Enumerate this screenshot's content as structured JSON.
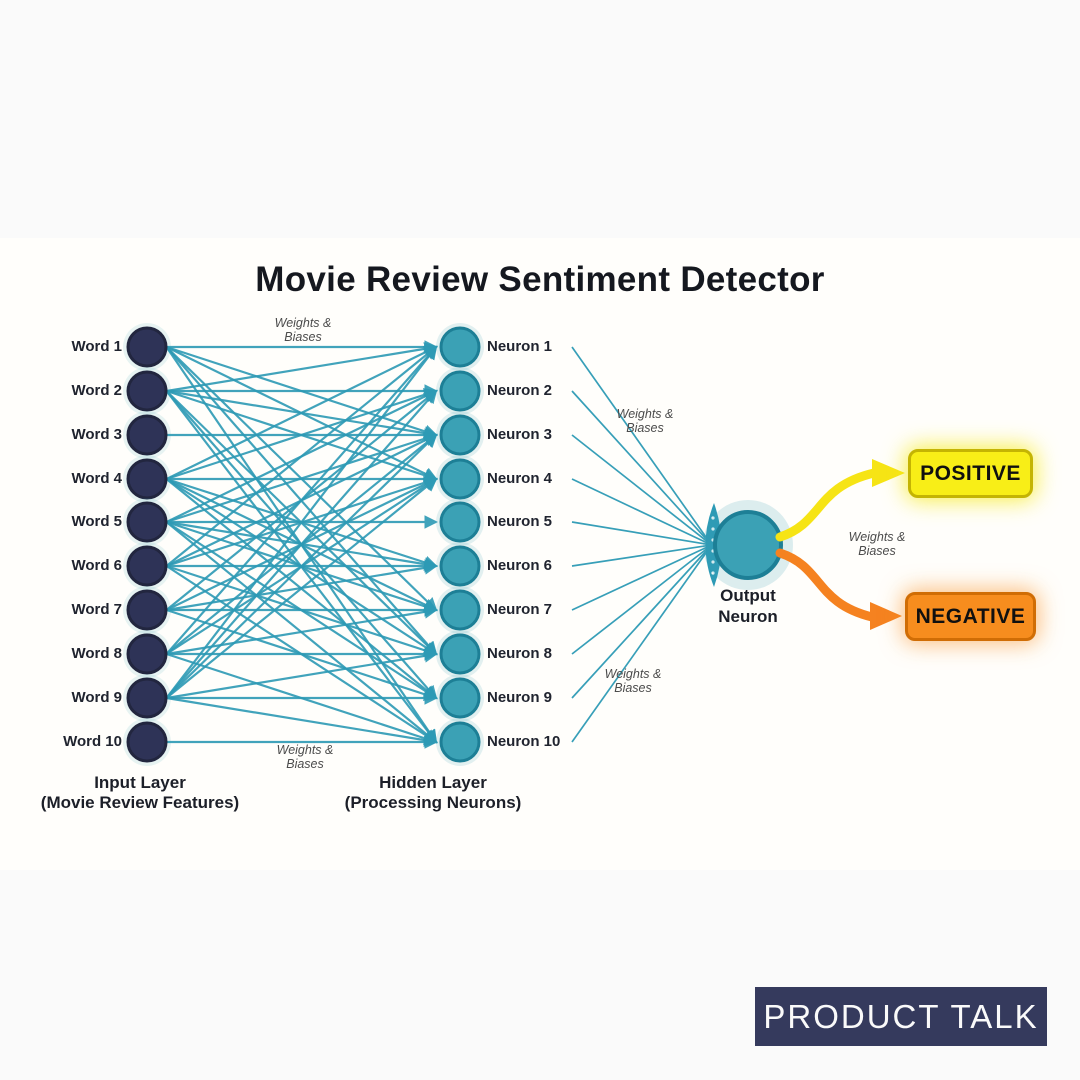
{
  "title": "Movie Review Sentiment Detector",
  "input_layer": {
    "heading": "Input Layer",
    "subheading": "(Movie Review Features)",
    "nodes": [
      {
        "label": "Word 1"
      },
      {
        "label": "Word 2"
      },
      {
        "label": "Word 3"
      },
      {
        "label": "Word 4"
      },
      {
        "label": "Word 5"
      },
      {
        "label": "Word 6"
      },
      {
        "label": "Word 7"
      },
      {
        "label": "Word 8"
      },
      {
        "label": "Word 9"
      },
      {
        "label": "Word 10"
      }
    ]
  },
  "hidden_layer": {
    "heading": "Hidden Layer",
    "subheading": "(Processing Neurons)",
    "nodes": [
      {
        "label": "Neuron 1"
      },
      {
        "label": "Neuron 2"
      },
      {
        "label": "Neuron 3"
      },
      {
        "label": "Neuron 4"
      },
      {
        "label": "Neuron 5"
      },
      {
        "label": "Neuron 6"
      },
      {
        "label": "Neuron 7"
      },
      {
        "label": "Neuron 8"
      },
      {
        "label": "Neuron 9"
      },
      {
        "label": "Neuron 10"
      }
    ]
  },
  "output_neuron": {
    "line1": "Output",
    "line2": "Neuron"
  },
  "annotations": {
    "weights_biases": {
      "line1": "Weights &",
      "line2": "Biases"
    }
  },
  "results": [
    {
      "label": "POSITIVE",
      "fill": "#f8ee17",
      "border": "#c4b403",
      "arrow": "#f6e415"
    },
    {
      "label": "NEGATIVE",
      "fill": "#f78d1e",
      "border": "#d06d05",
      "arrow": "#f58220"
    }
  ],
  "badge": {
    "label": "PRODUCT TALK",
    "bg": "#353a5d"
  },
  "colors": {
    "input_node": "#2e3357",
    "input_node_border": "#22263f",
    "hidden_node": "#3ba1b5",
    "hidden_node_border": "#1d7f96",
    "connection": "#2d9ab5",
    "text_dark": "#15181f"
  }
}
